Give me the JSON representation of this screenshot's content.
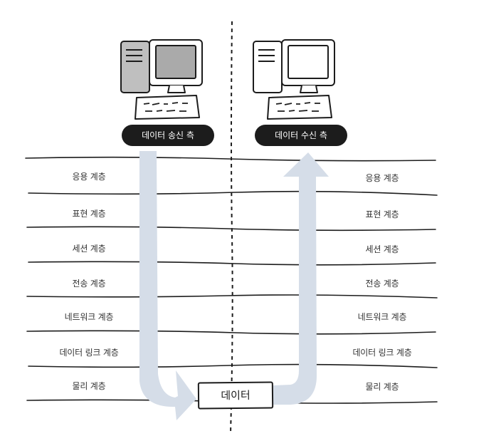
{
  "sender": {
    "label": "데이터 송신 측",
    "layers": [
      "응용 계층",
      "표현 계층",
      "세션 계층",
      "전송 계층",
      "네트워크 계층",
      "데이터 링크 계층",
      "물리 계층"
    ]
  },
  "receiver": {
    "label": "데이터 수신 측",
    "layers": [
      "응용 계층",
      "표현 계층",
      "세션 계층",
      "전송 계층",
      "네트워크 계층",
      "데이터 링크 계층",
      "물리 계층"
    ]
  },
  "data_label": "데이터",
  "icons": {
    "sender_computer": "desktop-computer-icon",
    "receiver_computer": "desktop-computer-icon"
  },
  "colors": {
    "arrow": "#d5dde8",
    "ink": "#1c1c1c",
    "sender_monitor_fill": "#aaaaaa",
    "receiver_monitor_fill": "#ffffff"
  }
}
